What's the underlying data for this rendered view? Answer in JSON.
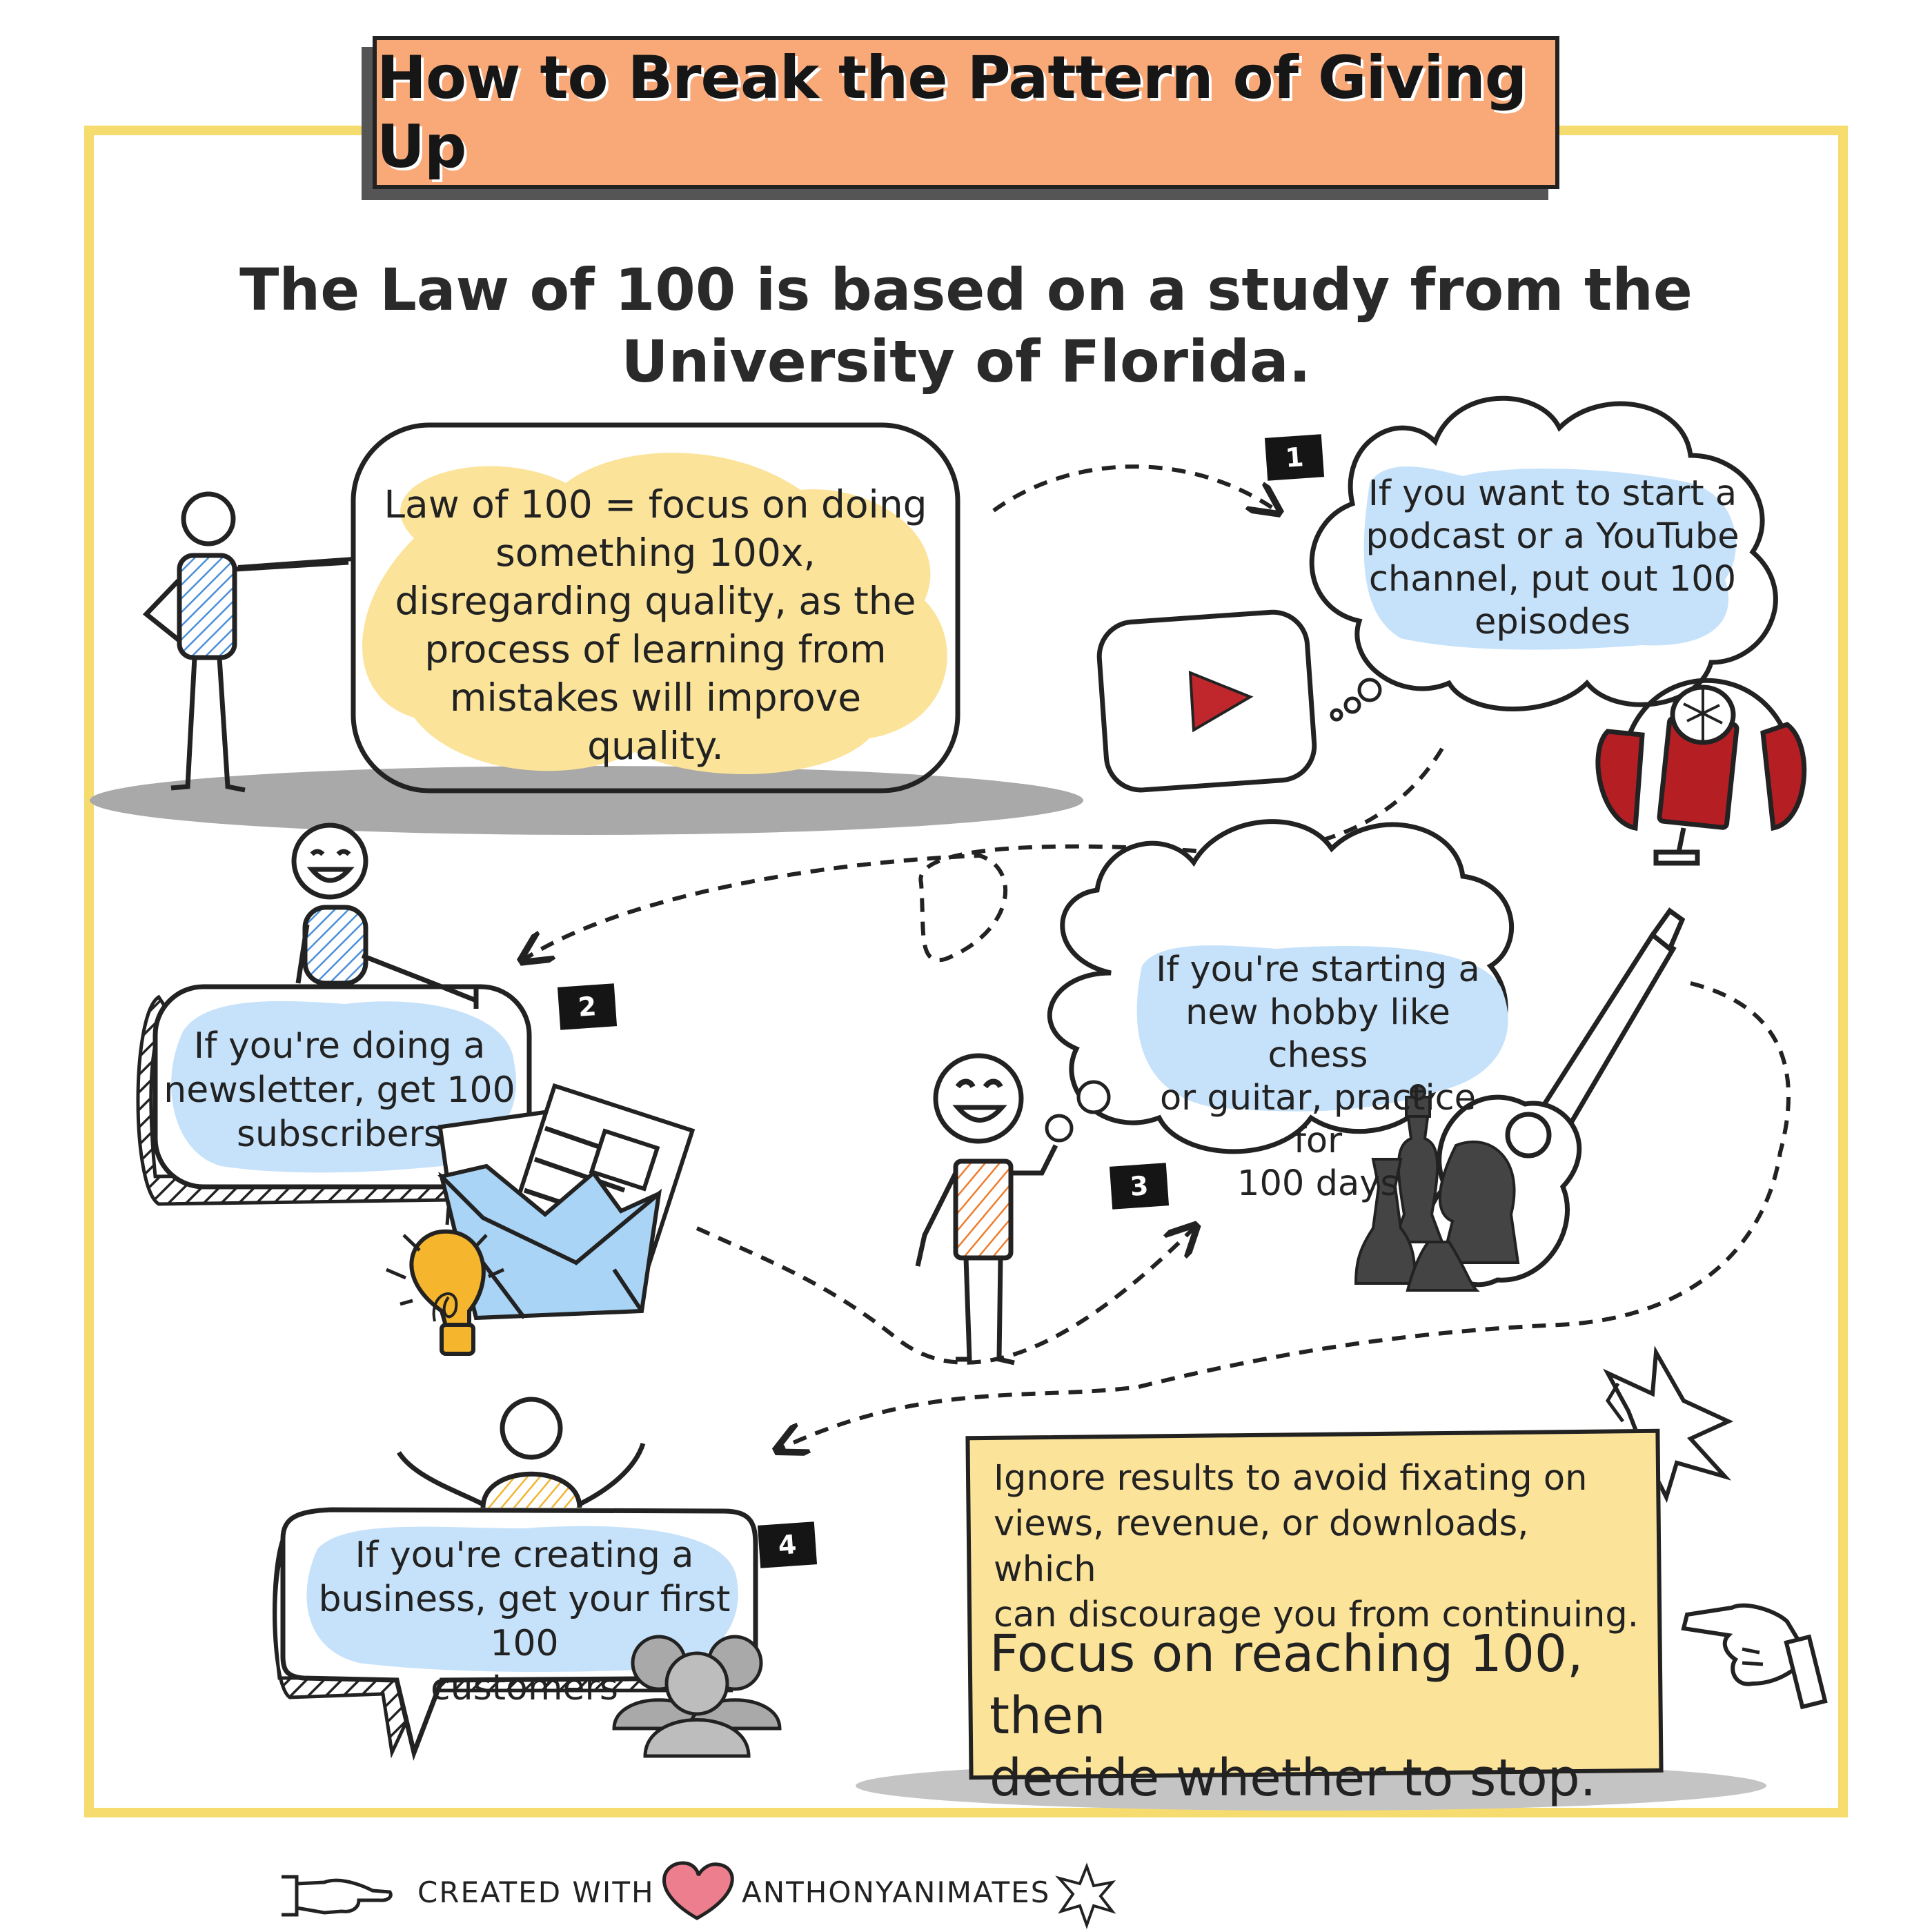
{
  "title": "How to Break the Pattern of Giving Up",
  "subtitle": "The Law of 100 is based on a study from the University of Florida.",
  "intro": {
    "lines": [
      "Law of 100 = focus on doing",
      "something 100x,",
      "disregarding quality, as the",
      "process of learning from",
      "mistakes will improve",
      "quality."
    ]
  },
  "steps": [
    {
      "badge": "1",
      "lines": [
        "If you want to start a",
        "podcast or a YouTube",
        "channel, put out 100",
        "episodes"
      ]
    },
    {
      "badge": "2",
      "lines": [
        "If you're doing a",
        "newsletter, get 100",
        "subscribers"
      ]
    },
    {
      "badge": "3",
      "lines": [
        "If you're starting a",
        "new hobby like chess",
        "or guitar, practice for",
        "100 days"
      ]
    },
    {
      "badge": "4",
      "lines": [
        "If you're creating a",
        "business, get your first 100",
        "customers"
      ]
    }
  ],
  "tips": {
    "small_lines": [
      "Ignore results to avoid fixating on",
      "views, revenue, or downloads, which",
      "can discourage you from continuing."
    ],
    "big_lines": [
      "Focus on reaching 100, then",
      "decide whether to stop."
    ]
  },
  "footer": {
    "created": "CREATED WITH",
    "author": "ANTHONYANIMATES"
  },
  "colors": {
    "frame": "#f6dc6e",
    "title_bg": "#f9a978",
    "yellow_highlight": "#fbe39a",
    "blue_highlight": "#c6e2fa",
    "red_accent": "#b51f24",
    "heart": "#ec7e8e"
  },
  "icons": [
    "youtube-play-icon",
    "podcast-microphone-icon",
    "newsletter-envelope-icon",
    "lightbulb-icon",
    "chess-pieces-icon",
    "guitar-icon",
    "customers-group-icon",
    "pointing-hand-icon",
    "starburst-icon",
    "heart-icon"
  ]
}
